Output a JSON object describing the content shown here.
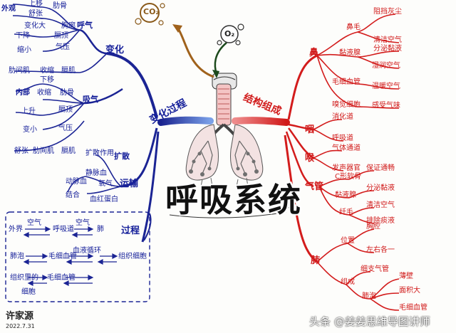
{
  "title": "呼吸系统",
  "bubbles": {
    "co2": "CO₂",
    "o2": "O₂"
  },
  "left": {
    "branch_label": "变化过程",
    "change": {
      "label": "变化",
      "exhale": {
        "label": "呼气",
        "items": [
          "上移",
          "舒张",
          "肋骨",
          "变化大",
          "胸廓",
          "下降",
          "膈顶",
          "缩小",
          "气压",
          "收缩",
          "肋间肌",
          "膈肌"
        ]
      },
      "inhale": {
        "label": "吸气",
        "items": [
          "下移",
          "收缩",
          "肋骨",
          "上升",
          "膈顶",
          "变小",
          "气压",
          "舒张",
          "肋间肌",
          "膈肌"
        ]
      },
      "labels_left": [
        "外观",
        "内部"
      ]
    },
    "transport": {
      "label": "运输",
      "items": [
        "扩散作用",
        "静脉血",
        "动脉血",
        "氧气",
        "血红蛋白",
        "结合"
      ],
      "diffuse": "扩散"
    },
    "process": {
      "label": "过程",
      "flow": [
        "外界",
        "空气",
        "呼吸道",
        "空气",
        "肺",
        "肺泡",
        "毛细血管",
        "血液循环",
        "组织细胞",
        "组织里的",
        "毛细血管",
        "细胞"
      ]
    }
  },
  "right": {
    "branch_label": "结构组成",
    "nose": {
      "label": "鼻",
      "items": [
        "鼻毛",
        "阻挡灰尘",
        "黏液腺",
        "湿润空气",
        "毛细血管",
        "温暖空气",
        "嗅觉细胞",
        "感受气味",
        "清洁空气",
        "分泌黏液"
      ]
    },
    "pharynx": {
      "label": "咽",
      "items": [
        "消化道",
        "呼吸道"
      ]
    },
    "larynx": {
      "label": "喉",
      "items": [
        "气体通道",
        "发声器官"
      ]
    },
    "trachea": {
      "label": "气管",
      "items": [
        "C形软骨",
        "保证通畅",
        "黏液腺",
        "分泌黏液",
        "纤毛",
        "清洁空气",
        "排除痰液"
      ]
    },
    "lung": {
      "label": "肺",
      "items": [
        "位置",
        "胸腔",
        "左右各一",
        "组成",
        "细支气管",
        "肺泡",
        "薄壁",
        "面积大",
        "毛细血管"
      ]
    }
  },
  "signature": {
    "name": "许家源",
    "date": "2022.7.31"
  },
  "watermark": "头条 @姜姜思维导图讲师"
}
